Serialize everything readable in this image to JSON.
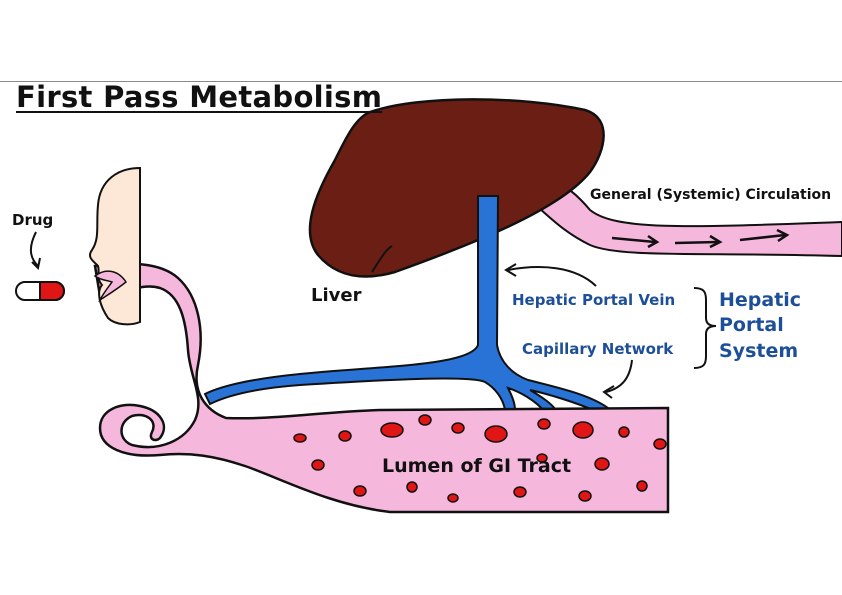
{
  "title": "First Pass Metabolism",
  "labels": {
    "drug": "Drug",
    "liver": "Liver",
    "general_circulation": "General (Systemic) Circulation",
    "hepatic_portal_vein": "Hepatic Portal Vein",
    "capillary_network": "Capillary Network",
    "hepatic_portal_system": [
      "Hepatic",
      "Portal",
      "System"
    ],
    "lumen": "Lumen of GI Tract"
  },
  "colors": {
    "liver": "#6b1f14",
    "vein": "#2a73d6",
    "gi_tract": "#f6b7dc",
    "outline": "#111111",
    "skin": "#fde7d6",
    "drug_red": "#e01515",
    "blood_cell": "#e01515",
    "blue_text": "#1d4f99"
  }
}
